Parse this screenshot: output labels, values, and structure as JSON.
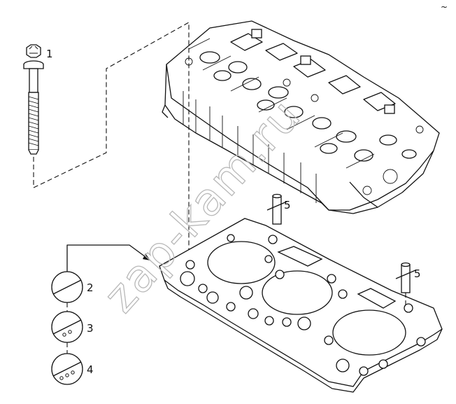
{
  "callouts": [
    {
      "id": "1",
      "label": "1"
    },
    {
      "id": "2",
      "label": "2"
    },
    {
      "id": "3",
      "label": "3"
    },
    {
      "id": "4",
      "label": "4"
    },
    {
      "id": "5a",
      "label": "5"
    },
    {
      "id": "5b",
      "label": "5"
    }
  ],
  "watermark": "zap-kam.ru",
  "corner_mark": "~"
}
